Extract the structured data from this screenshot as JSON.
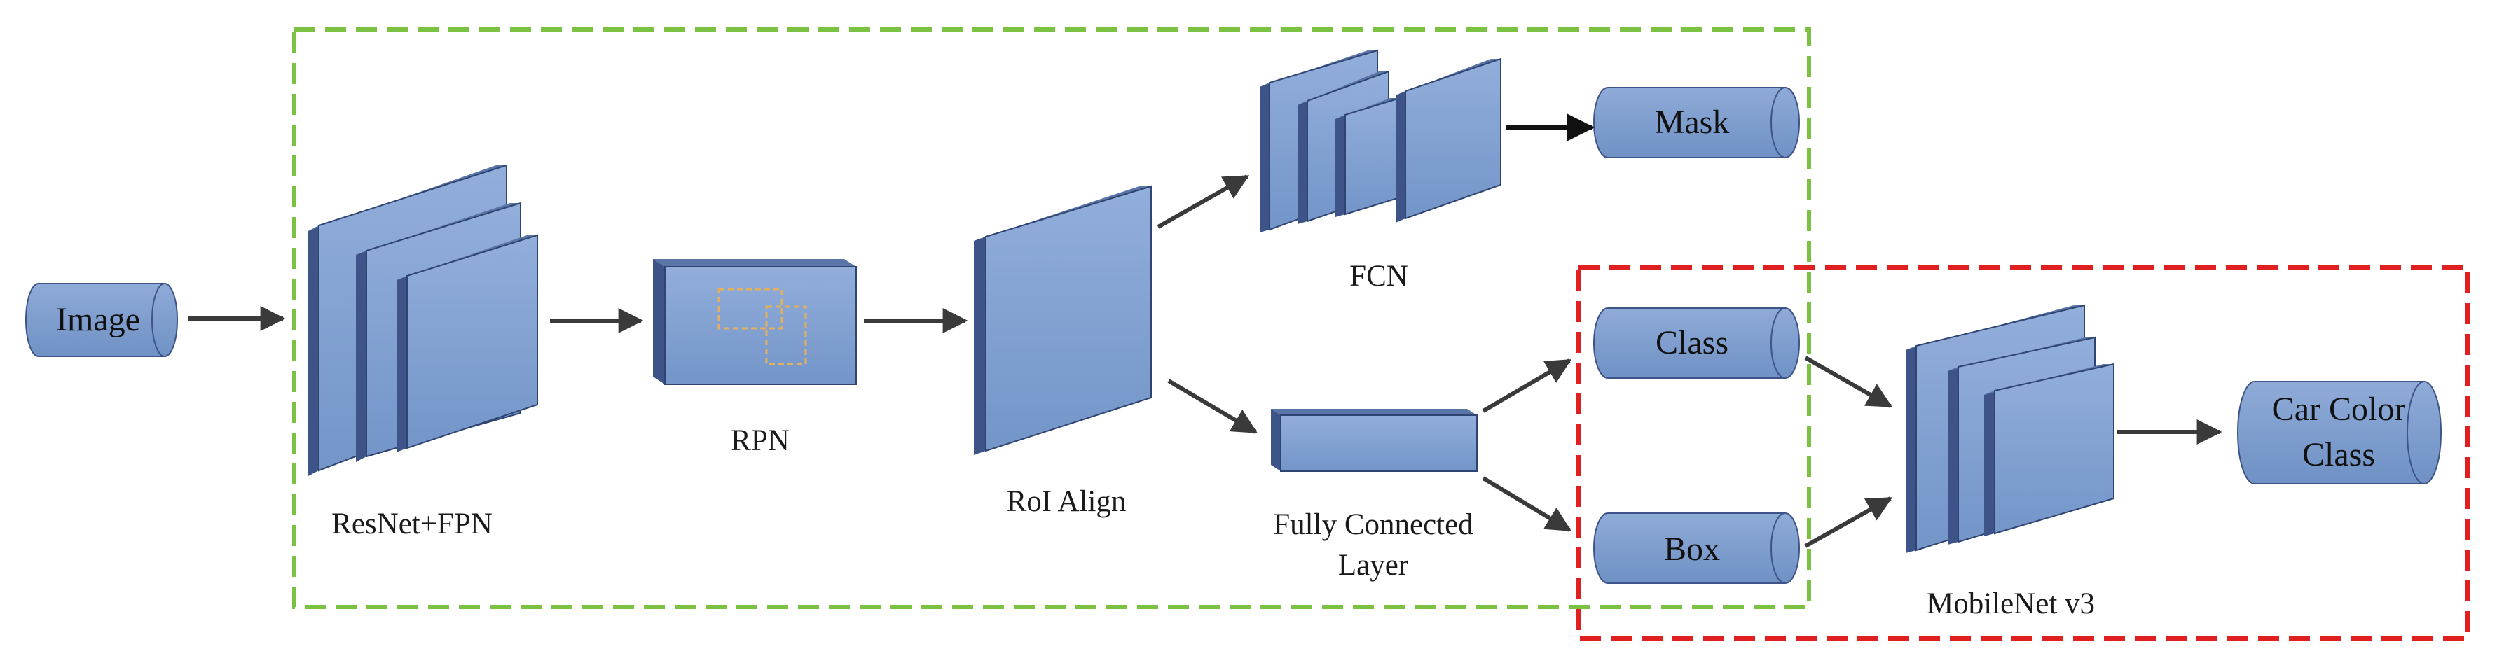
{
  "labels": {
    "image": "Image",
    "resnet_fpn": "ResNet+FPN",
    "rpn": "RPN",
    "roi_align": "RoI Align",
    "fcn": "FCN",
    "fc_layer_line1": "Fully Connected",
    "fc_layer_line2": "Layer",
    "mask": "Mask",
    "class": "Class",
    "box": "Box",
    "mobilenet": "MobileNet v3",
    "car_color_line1": "Car Color",
    "car_color_line2": "Class"
  },
  "colors": {
    "block_front": "#7f9fcf",
    "block_top": "#5a75a8",
    "block_side": "#3e5488",
    "block_edge": "#2f4470",
    "arrow": "#3a3a3a",
    "mask_rcnn_box": "#7cc242",
    "classifier_box": "#e02020",
    "rpn_proposal": "#e3b060"
  }
}
